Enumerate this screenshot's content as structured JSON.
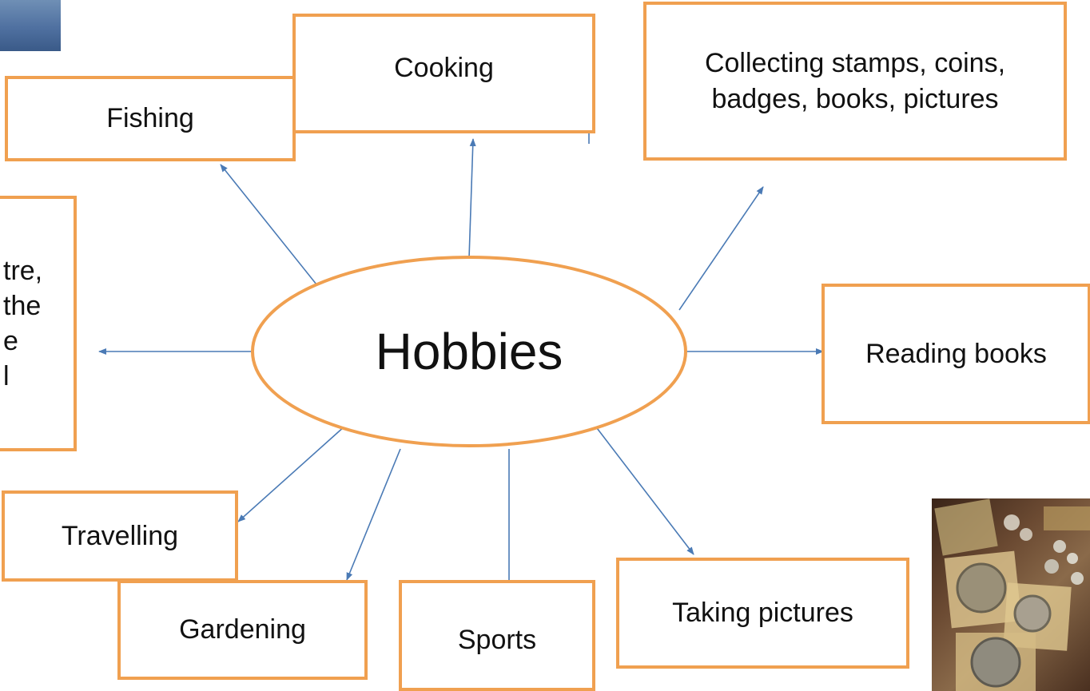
{
  "center": {
    "label": "Hobbies"
  },
  "nodes": {
    "fishing": "Fishing",
    "cooking": "Cooking",
    "collecting": "Collecting stamps, coins,\nbadges, books, pictures",
    "reading": "Reading books",
    "theatre_partial": "tre,\n the\ne\nl",
    "travelling": "Travelling",
    "gardening": "Gardening",
    "sports": "Sports",
    "taking_pictures": "Taking pictures"
  },
  "colors": {
    "box_border": "#f0a050",
    "arrow": "#4a7ab5",
    "text": "#111111"
  },
  "images": {
    "top_left": "sea-photo-fragment",
    "bottom_right": "coins-collection-photo"
  }
}
